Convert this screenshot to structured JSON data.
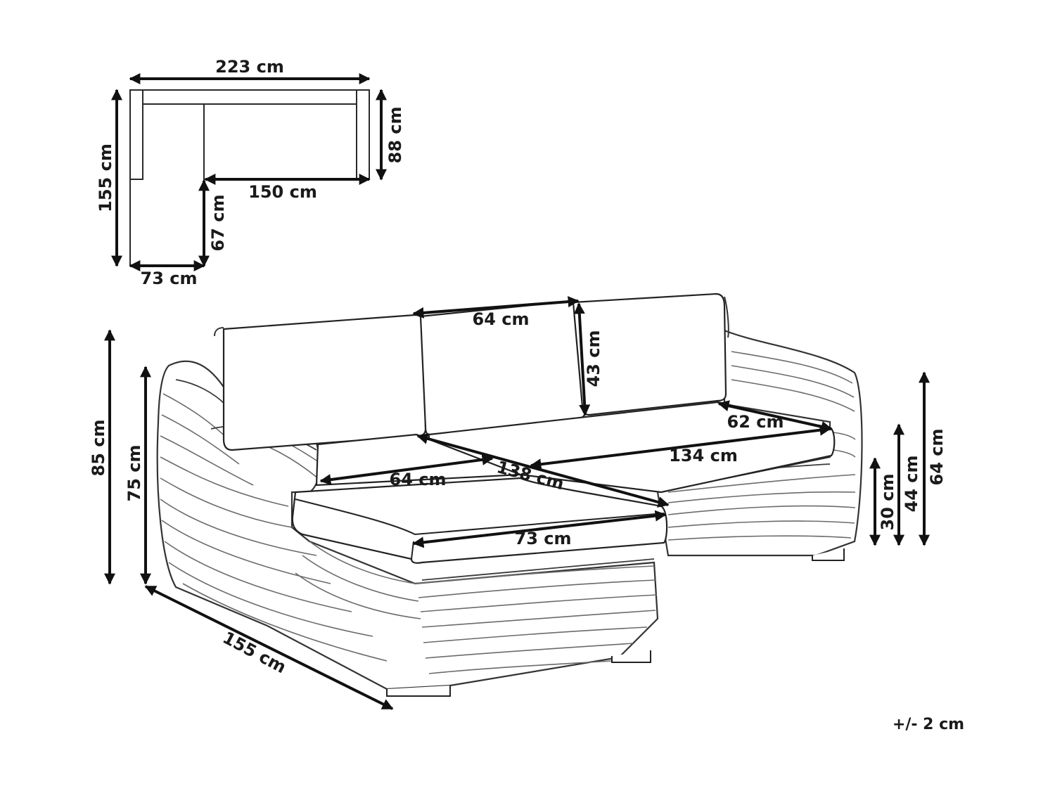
{
  "tolerance": "+/- 2 cm",
  "plan_view": {
    "width_total": "223 cm",
    "depth_total": "155 cm",
    "back_depth": "88 cm",
    "inner_length": "150 cm",
    "chaise_extension": "67 cm",
    "chaise_width": "73 cm"
  },
  "perspective_view": {
    "back_cushion_width": "64 cm",
    "back_cushion_height": "43 cm",
    "seat_depth_right": "62 cm",
    "seat_width_right": "134 cm",
    "seat_diagonal": "138 cm",
    "chaise_seat_depth": "64 cm",
    "chaise_cushion_width": "73 cm",
    "overall_height": "85 cm",
    "armrest_height": "75 cm",
    "chaise_length": "155 cm",
    "leg_to_seat_height": "30 cm",
    "seat_height": "44 cm",
    "arm_height_right": "64 cm"
  }
}
